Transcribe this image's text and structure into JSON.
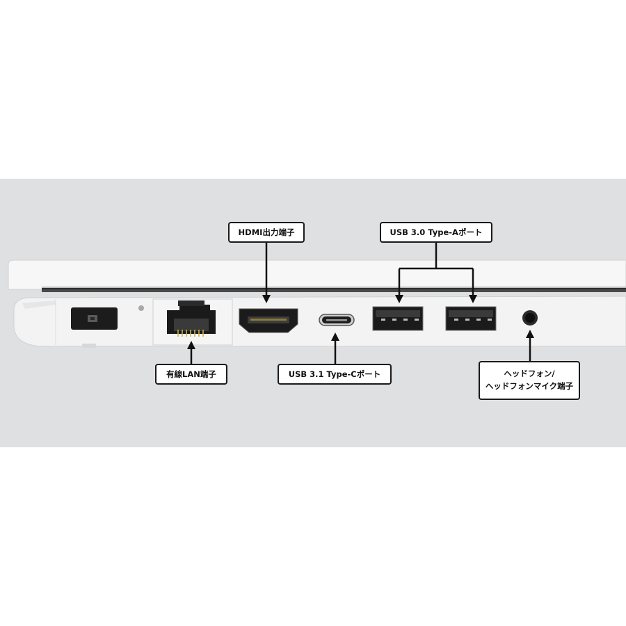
{
  "callouts": {
    "hdmi": "HDMI出力端子",
    "usb_a": "USB 3.0 Type-Aポート",
    "lan": "有線LAN端子",
    "usb_c": "USB 3.1 Type-Cポート",
    "headphone_line1": "ヘッドフォン/",
    "headphone_line2": "ヘッドフォンマイク端子"
  },
  "colors": {
    "background": "#dfe0e2",
    "laptop_body": "#f6f6f6",
    "port_dark": "#1e1e1e",
    "callout_border": "#1a1a1a"
  }
}
